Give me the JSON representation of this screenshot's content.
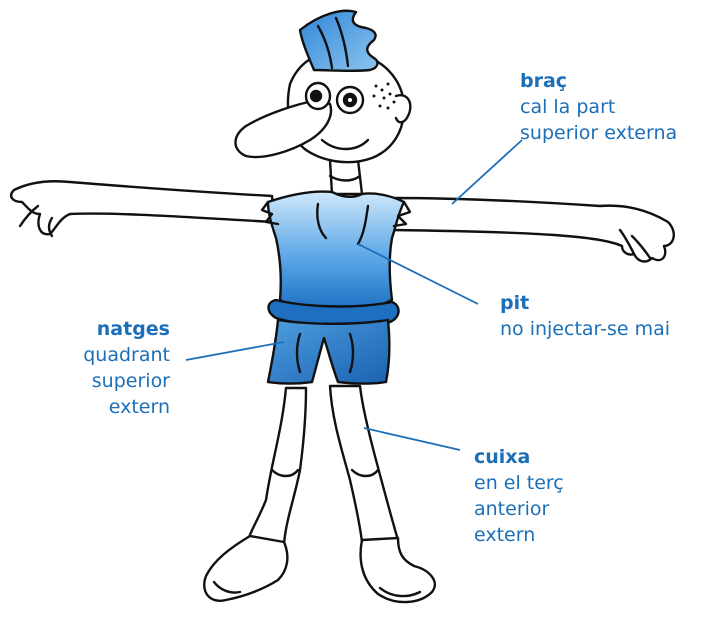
{
  "colors": {
    "label_text": "#1b6fb8",
    "leader_line": "#1b6fb8",
    "outline": "#111111",
    "clothing_light": "#9fd0f4",
    "clothing_dark": "#1a6ec2"
  },
  "labels": {
    "brac": {
      "title": "braç",
      "lines": [
        "cal la part",
        "superior externa"
      ]
    },
    "pit": {
      "title": "pit",
      "lines": [
        "no injectar-se mai"
      ]
    },
    "natges": {
      "title": "natges",
      "lines": [
        "quadrant",
        "superior",
        "extern"
      ]
    },
    "cuixa": {
      "title": "cuixa",
      "lines": [
        "en el terç",
        "anterior",
        "extern"
      ]
    }
  }
}
